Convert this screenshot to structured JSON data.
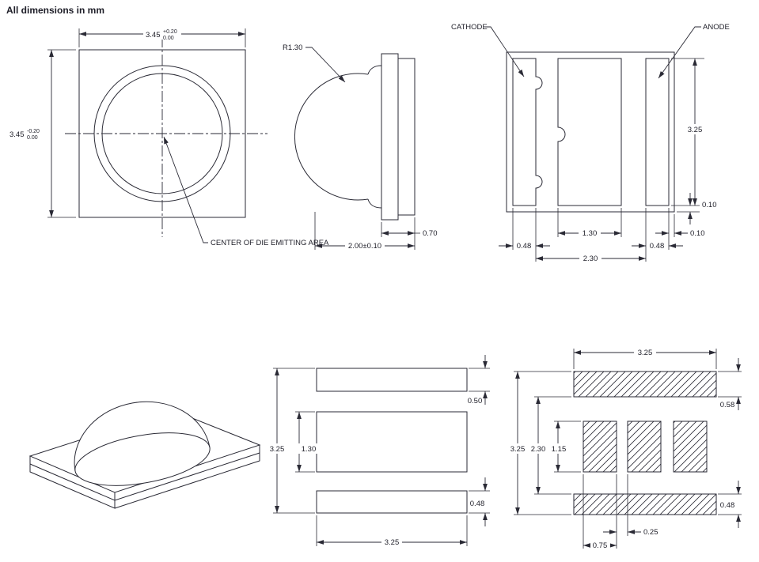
{
  "note": "All dimensions in mm",
  "colors": {
    "line": "#2a2a35",
    "ink": "#1e1e28",
    "background": "#ffffff"
  },
  "top_view": {
    "width_value": "3.45",
    "width_tol_upper": "+0.20",
    "width_tol_lower": "0.00",
    "height_value": "3.45",
    "height_tol_upper": "-0.20",
    "height_tol_lower": "0.00",
    "center_callout": "CENTER OF DIE EMITTING AREA"
  },
  "side_view": {
    "lens_radius": "R1.30",
    "body_thickness": "0.70",
    "overall_height": "2.00±0.10"
  },
  "bottom_view": {
    "cathode": "CATHODE",
    "anode": "ANODE",
    "pad_height": "3.25",
    "edge_gap_bottom": "0.10",
    "edge_gap_side": "0.10",
    "center_pad_width": "1.30",
    "cathode_pad_width": "0.48",
    "pad_pitch": "2.30",
    "anode_pad_width": "0.48"
  },
  "land_pattern": {
    "top_pad_height": "0.50",
    "overall_height": "3.25",
    "center_pad_height": "1.30",
    "bottom_pad_height": "0.48",
    "overall_width": "3.25"
  },
  "stencil_pattern": {
    "overall_width": "3.25",
    "top_pad_height": "0.58",
    "overall_height": "3.25",
    "inner_span": "2.30",
    "aperture_height": "1.15",
    "bottom_pad_height": "0.48",
    "aperture_gap": "0.25",
    "aperture_width": "0.75"
  }
}
